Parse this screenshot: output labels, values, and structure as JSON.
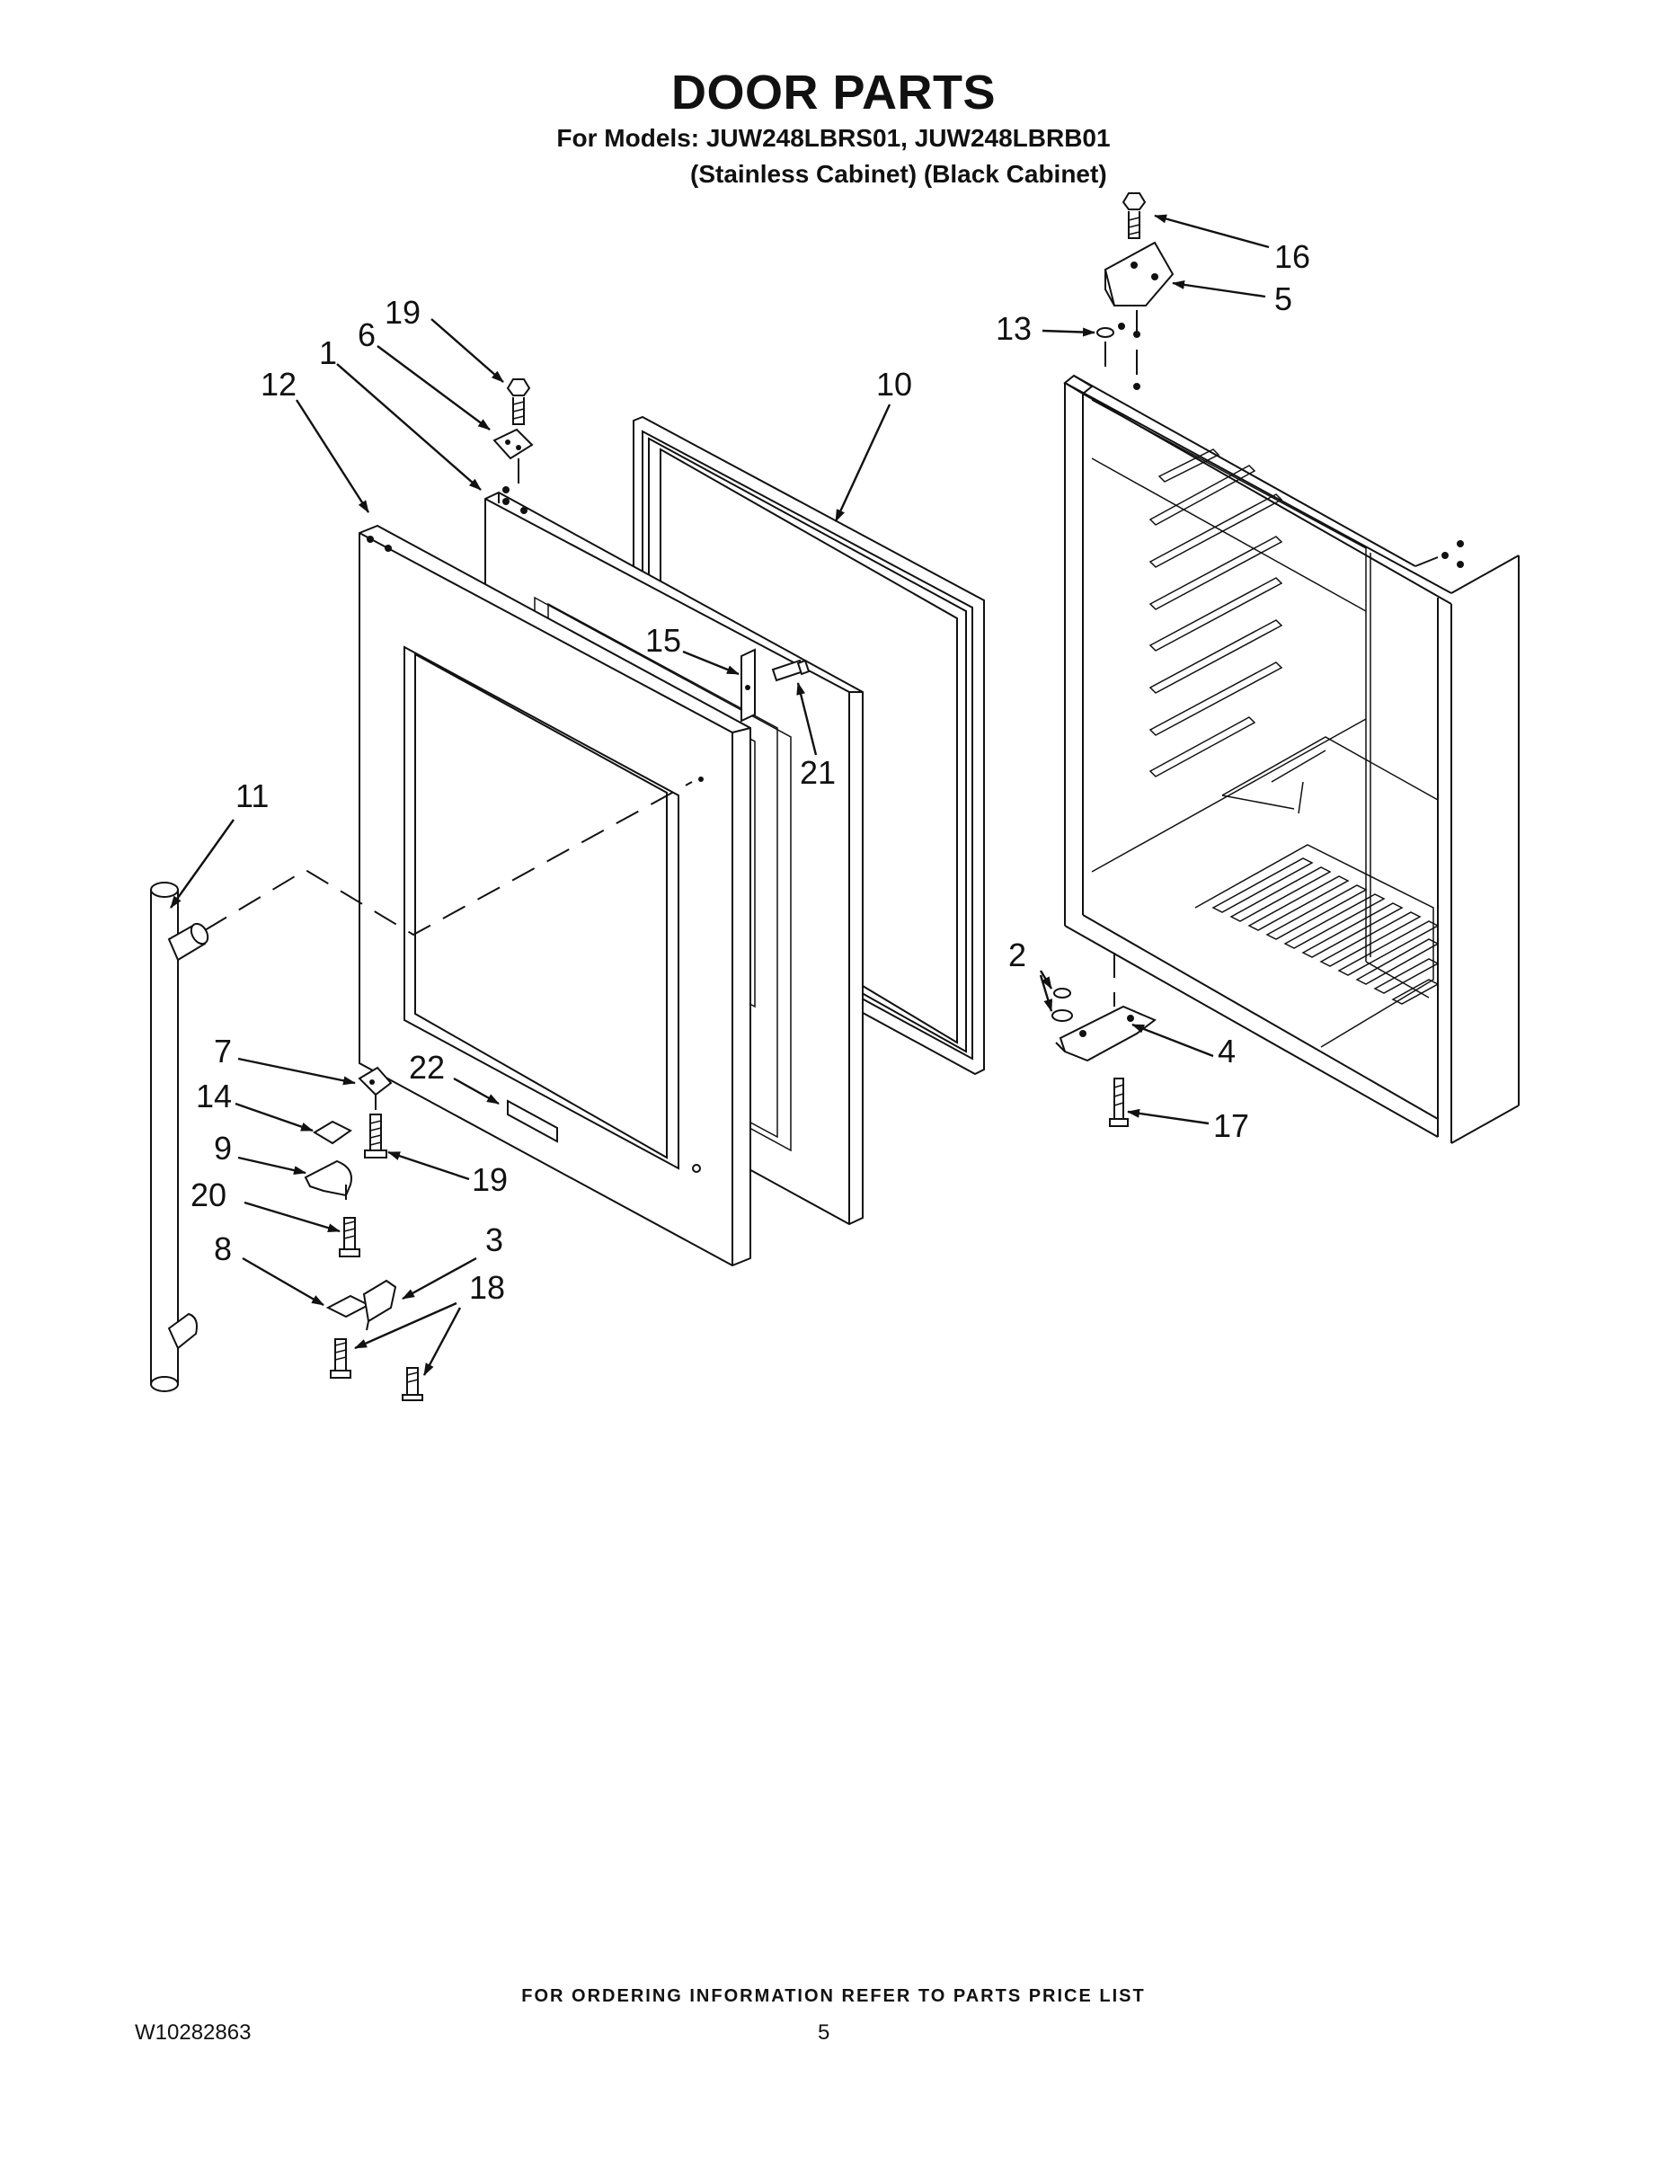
{
  "header": {
    "title": "DOOR PARTS",
    "models_line": "For Models: JUW248LBRS01, JUW248LBRB01",
    "cabinet_line": "(Stainless Cabinet) (Black Cabinet)"
  },
  "callouts": [
    "1",
    "2",
    "3",
    "4",
    "5",
    "6",
    "7",
    "8",
    "9",
    "10",
    "11",
    "12",
    "13",
    "14",
    "15",
    "16",
    "17",
    "18",
    "19",
    "20",
    "21",
    "22"
  ],
  "labels": {
    "l12": "12",
    "l1": "1",
    "l6": "6",
    "l19a": "19",
    "l10": "10",
    "l16": "16",
    "l5": "5",
    "l13": "13",
    "l15": "15",
    "l21": "21",
    "l11": "11",
    "l2": "2",
    "l4": "4",
    "l17": "17",
    "l7": "7",
    "l22": "22",
    "l14": "14",
    "l19b": "19",
    "l9": "9",
    "l20": "20",
    "l3": "3",
    "l8": "8",
    "l18": "18"
  },
  "footer": {
    "note": "FOR ORDERING INFORMATION REFER TO PARTS PRICE LIST",
    "doc_number": "W10282863",
    "page_number": "5"
  }
}
